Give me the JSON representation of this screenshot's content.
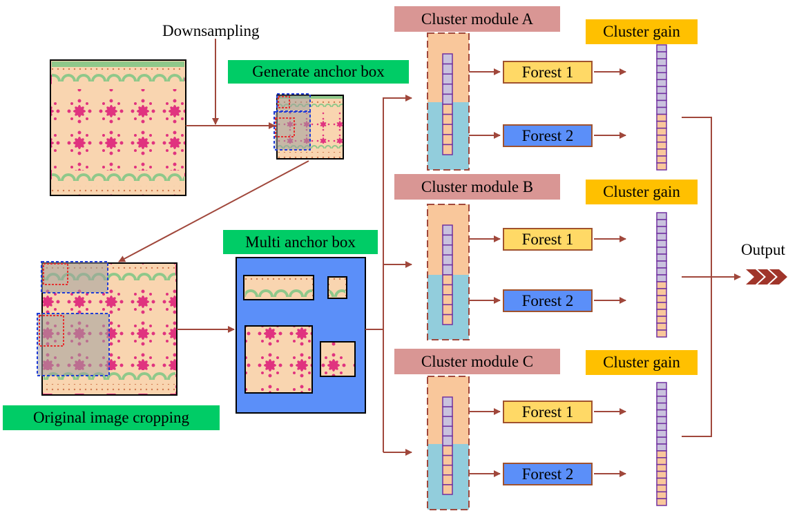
{
  "labels": {
    "downsampling": "Downsampling",
    "generate_anchor": "Generate anchor box",
    "original_cropping": "Original image cropping",
    "multi_anchor": "Multi anchor box",
    "output": "Output"
  },
  "modules": [
    {
      "title": "Cluster module A",
      "gain": "Cluster gain",
      "forest1": "Forest 1",
      "forest2": "Forest 2"
    },
    {
      "title": "Cluster module B",
      "gain": "Cluster gain",
      "forest1": "Forest 1",
      "forest2": "Forest 2"
    },
    {
      "title": "Cluster module C",
      "gain": "Cluster gain",
      "forest1": "Forest 1",
      "forest2": "Forest 2"
    }
  ],
  "colors": {
    "arrow": "#a0473b",
    "fabric": "#f9d5b0",
    "flower": "#e0337f",
    "border_green": "#8fc88a",
    "anchor_red": "#e53030",
    "anchor_blue": "#1f3bd6",
    "panel_blue": "#5b8ff9",
    "col_orange": "#f9c79b",
    "col_cyan": "#92cddc",
    "cell_lav": "#c9c2dd",
    "cell_peach": "#f9c79b",
    "cell_border": "#7030a0",
    "output_chevron": "#a0352a"
  },
  "icons": {
    "output": "chevron-forward-icon"
  }
}
